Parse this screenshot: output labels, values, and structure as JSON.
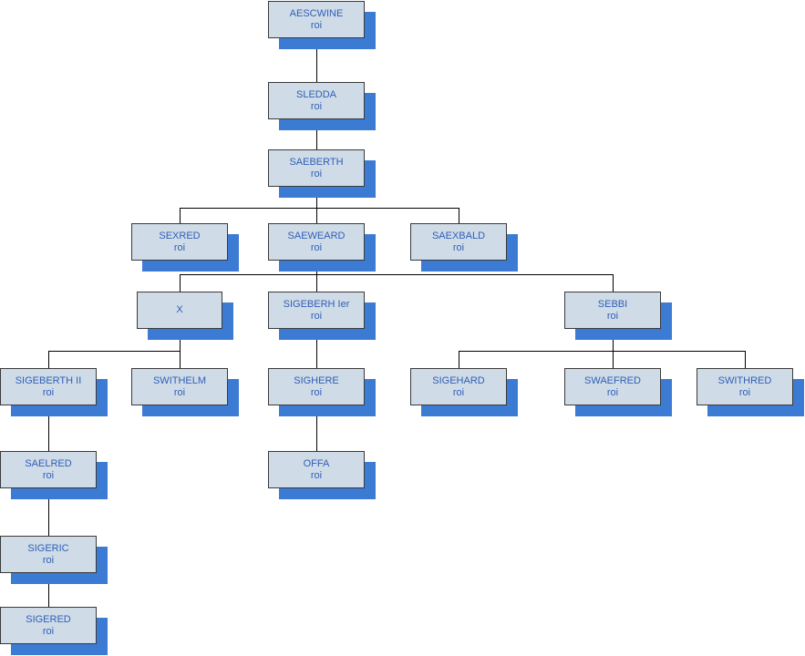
{
  "nodes": {
    "aescwine": {
      "name": "AESCWINE",
      "title": "roi"
    },
    "sledda": {
      "name": "SLEDDA",
      "title": "roi"
    },
    "saeberth": {
      "name": "SAEBERTH",
      "title": "roi"
    },
    "sexred": {
      "name": "SEXRED",
      "title": "roi"
    },
    "saeweard": {
      "name": "SAEWEARD",
      "title": "roi"
    },
    "saexbald": {
      "name": "SAEXBALD",
      "title": "roi"
    },
    "x": {
      "name": "X",
      "title": ""
    },
    "sigeberh1": {
      "name": "SIGEBERH Ier",
      "title": "roi"
    },
    "sebbi": {
      "name": "SEBBI",
      "title": "roi"
    },
    "sigeberth2": {
      "name": "SIGEBERTH II",
      "title": "roi"
    },
    "swithelm": {
      "name": "SWITHELM",
      "title": "roi"
    },
    "sighere": {
      "name": "SIGHERE",
      "title": "roi"
    },
    "sigehard": {
      "name": "SIGEHARD",
      "title": "roi"
    },
    "swaefred": {
      "name": "SWAEFRED",
      "title": "roi"
    },
    "swithred": {
      "name": "SWITHRED",
      "title": "roi"
    },
    "offa": {
      "name": "OFFA",
      "title": "roi"
    },
    "saelred": {
      "name": "SAELRED",
      "title": "roi"
    },
    "sigeric": {
      "name": "SIGERIC",
      "title": "roi"
    },
    "sigered": {
      "name": "SIGERED",
      "title": "roi"
    }
  },
  "colors": {
    "box_fill": "#cfdbe6",
    "box_border": "#3a3a3a",
    "shadow": "#3b7bd4",
    "text": "#2f5fb8",
    "connector": "#000000"
  }
}
